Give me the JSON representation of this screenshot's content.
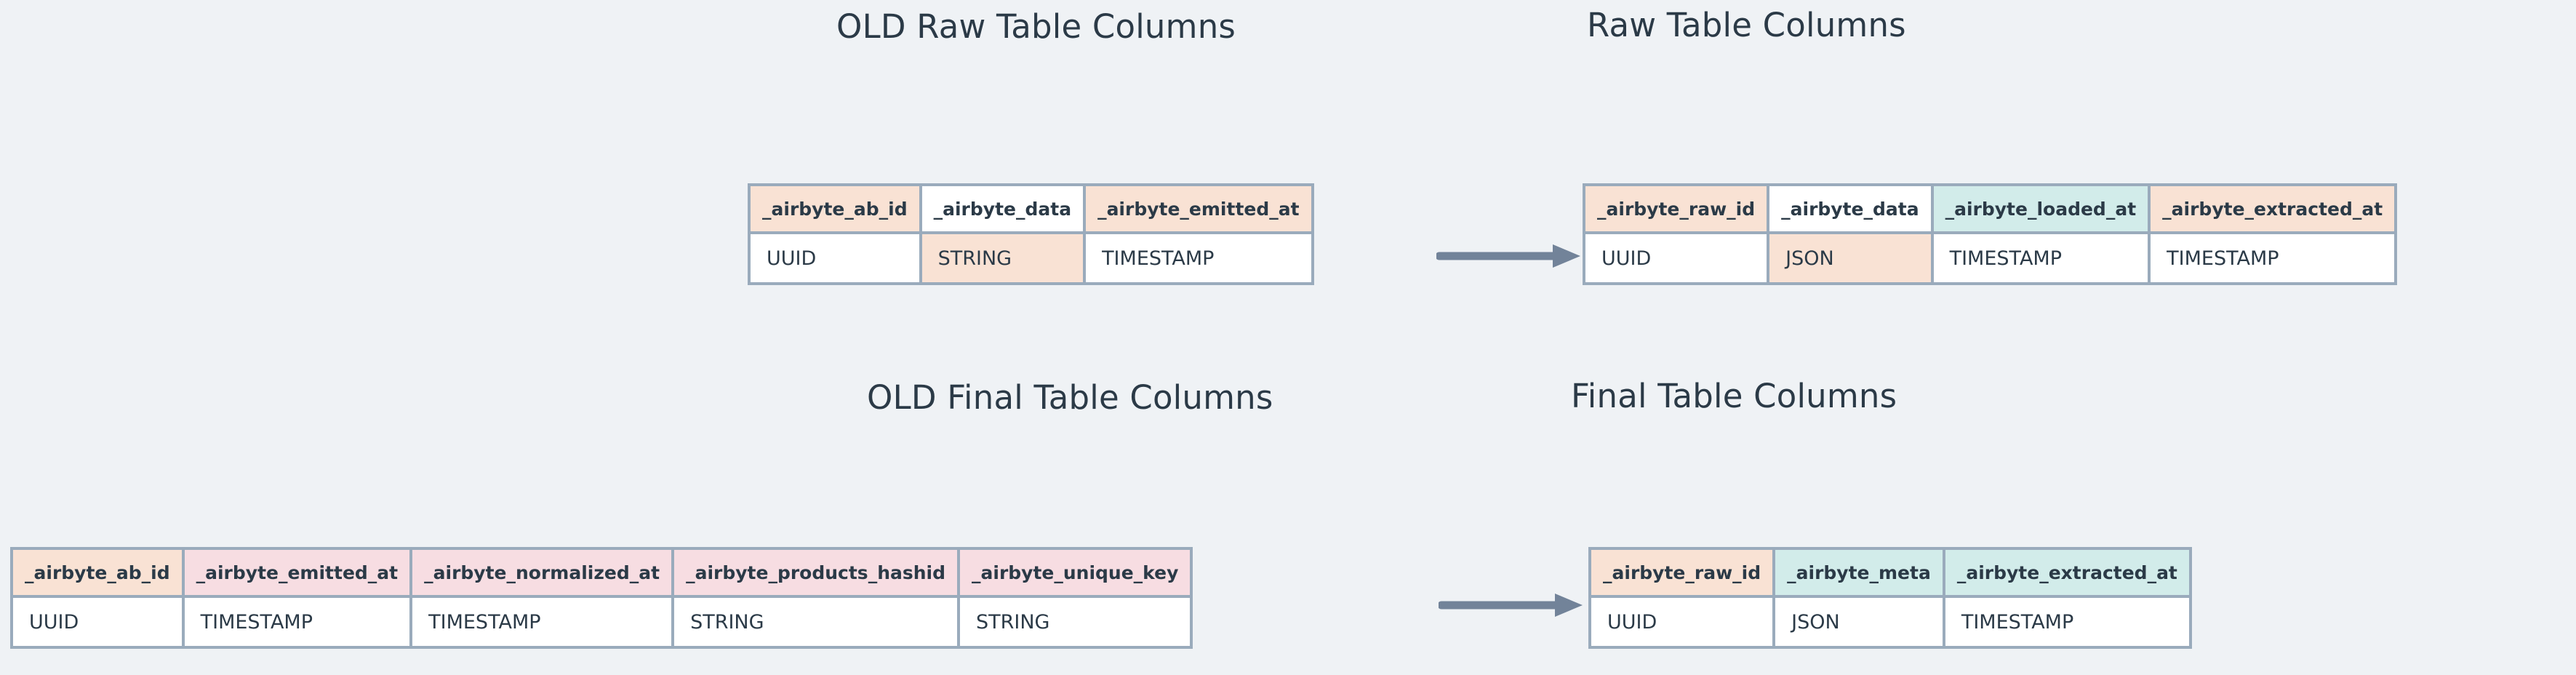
{
  "page": {
    "background_color": "#eff2f5",
    "text_color": "#2b3a47",
    "border_color": "#9aabbc",
    "arrow_color": "#728399"
  },
  "palette": {
    "peach": "#f9e2d4",
    "mint": "#d2ecea",
    "pink": "#f7dde2",
    "white": "#ffffff"
  },
  "sections": {
    "old_raw": {
      "title": "OLD Raw Table Columns",
      "table": {
        "columns": [
          {
            "name": "_airbyte_ab_id",
            "type": "UUID",
            "header_fill": "peach",
            "value_fill": "white"
          },
          {
            "name": "_airbyte_data",
            "type": "STRING",
            "header_fill": "white",
            "value_fill": "peach"
          },
          {
            "name": "_airbyte_emitted_at",
            "type": "TIMESTAMP",
            "header_fill": "peach",
            "value_fill": "white"
          }
        ]
      }
    },
    "raw": {
      "title": "Raw Table Columns",
      "table": {
        "columns": [
          {
            "name": "_airbyte_raw_id",
            "type": "UUID",
            "header_fill": "peach",
            "value_fill": "white"
          },
          {
            "name": "_airbyte_data",
            "type": "JSON",
            "header_fill": "white",
            "value_fill": "peach"
          },
          {
            "name": "_airbyte_loaded_at",
            "type": "TIMESTAMP",
            "header_fill": "mint",
            "value_fill": "white"
          },
          {
            "name": "_airbyte_extracted_at",
            "type": "TIMESTAMP",
            "header_fill": "peach",
            "value_fill": "white"
          }
        ]
      }
    },
    "old_final": {
      "title": "OLD Final Table Columns",
      "table": {
        "columns": [
          {
            "name": "_airbyte_ab_id",
            "type": "UUID",
            "header_fill": "peach",
            "value_fill": "white"
          },
          {
            "name": "_airbyte_emitted_at",
            "type": "TIMESTAMP",
            "header_fill": "pink",
            "value_fill": "white"
          },
          {
            "name": "_airbyte_normalized_at",
            "type": "TIMESTAMP",
            "header_fill": "pink",
            "value_fill": "white"
          },
          {
            "name": "_airbyte_products_hashid",
            "type": "STRING",
            "header_fill": "pink",
            "value_fill": "white"
          },
          {
            "name": "_airbyte_unique_key",
            "type": "STRING",
            "header_fill": "pink",
            "value_fill": "white"
          }
        ]
      }
    },
    "final": {
      "title": "Final Table Columns",
      "table": {
        "columns": [
          {
            "name": "_airbyte_raw_id",
            "type": "UUID",
            "header_fill": "peach",
            "value_fill": "white"
          },
          {
            "name": "_airbyte_meta",
            "type": "JSON",
            "header_fill": "mint",
            "value_fill": "white"
          },
          {
            "name": "_airbyte_extracted_at",
            "type": "TIMESTAMP",
            "header_fill": "mint",
            "value_fill": "white"
          }
        ]
      }
    }
  },
  "arrows": [
    {
      "name": "raw-migration-arrow",
      "direction": "right"
    },
    {
      "name": "final-migration-arrow",
      "direction": "right"
    }
  ]
}
